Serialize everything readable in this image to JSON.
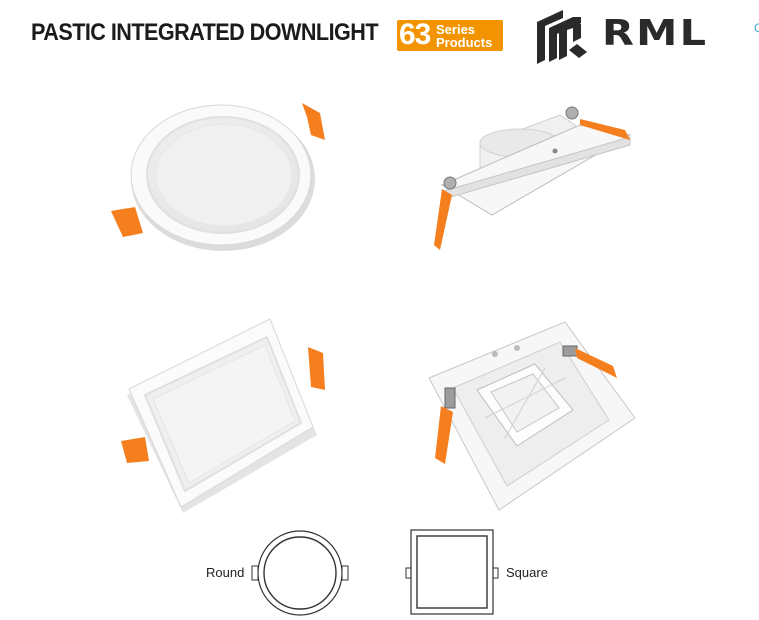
{
  "header": {
    "title": "PASTIC INTEGRATED DOWNLIGHT",
    "series_number": "63",
    "series_line1": "Series",
    "series_line2": "Products",
    "brand": "RML"
  },
  "diagram": {
    "round_label": "Round",
    "square_label": "Square"
  },
  "colors": {
    "accent_orange": "#f29400",
    "clip_orange": "#f57f1f",
    "text_dark": "#1b1b1b"
  },
  "products": [
    {
      "view": "round-front-photo"
    },
    {
      "view": "round-side-photo"
    },
    {
      "view": "square-front-photo"
    },
    {
      "view": "square-back-photo"
    }
  ]
}
